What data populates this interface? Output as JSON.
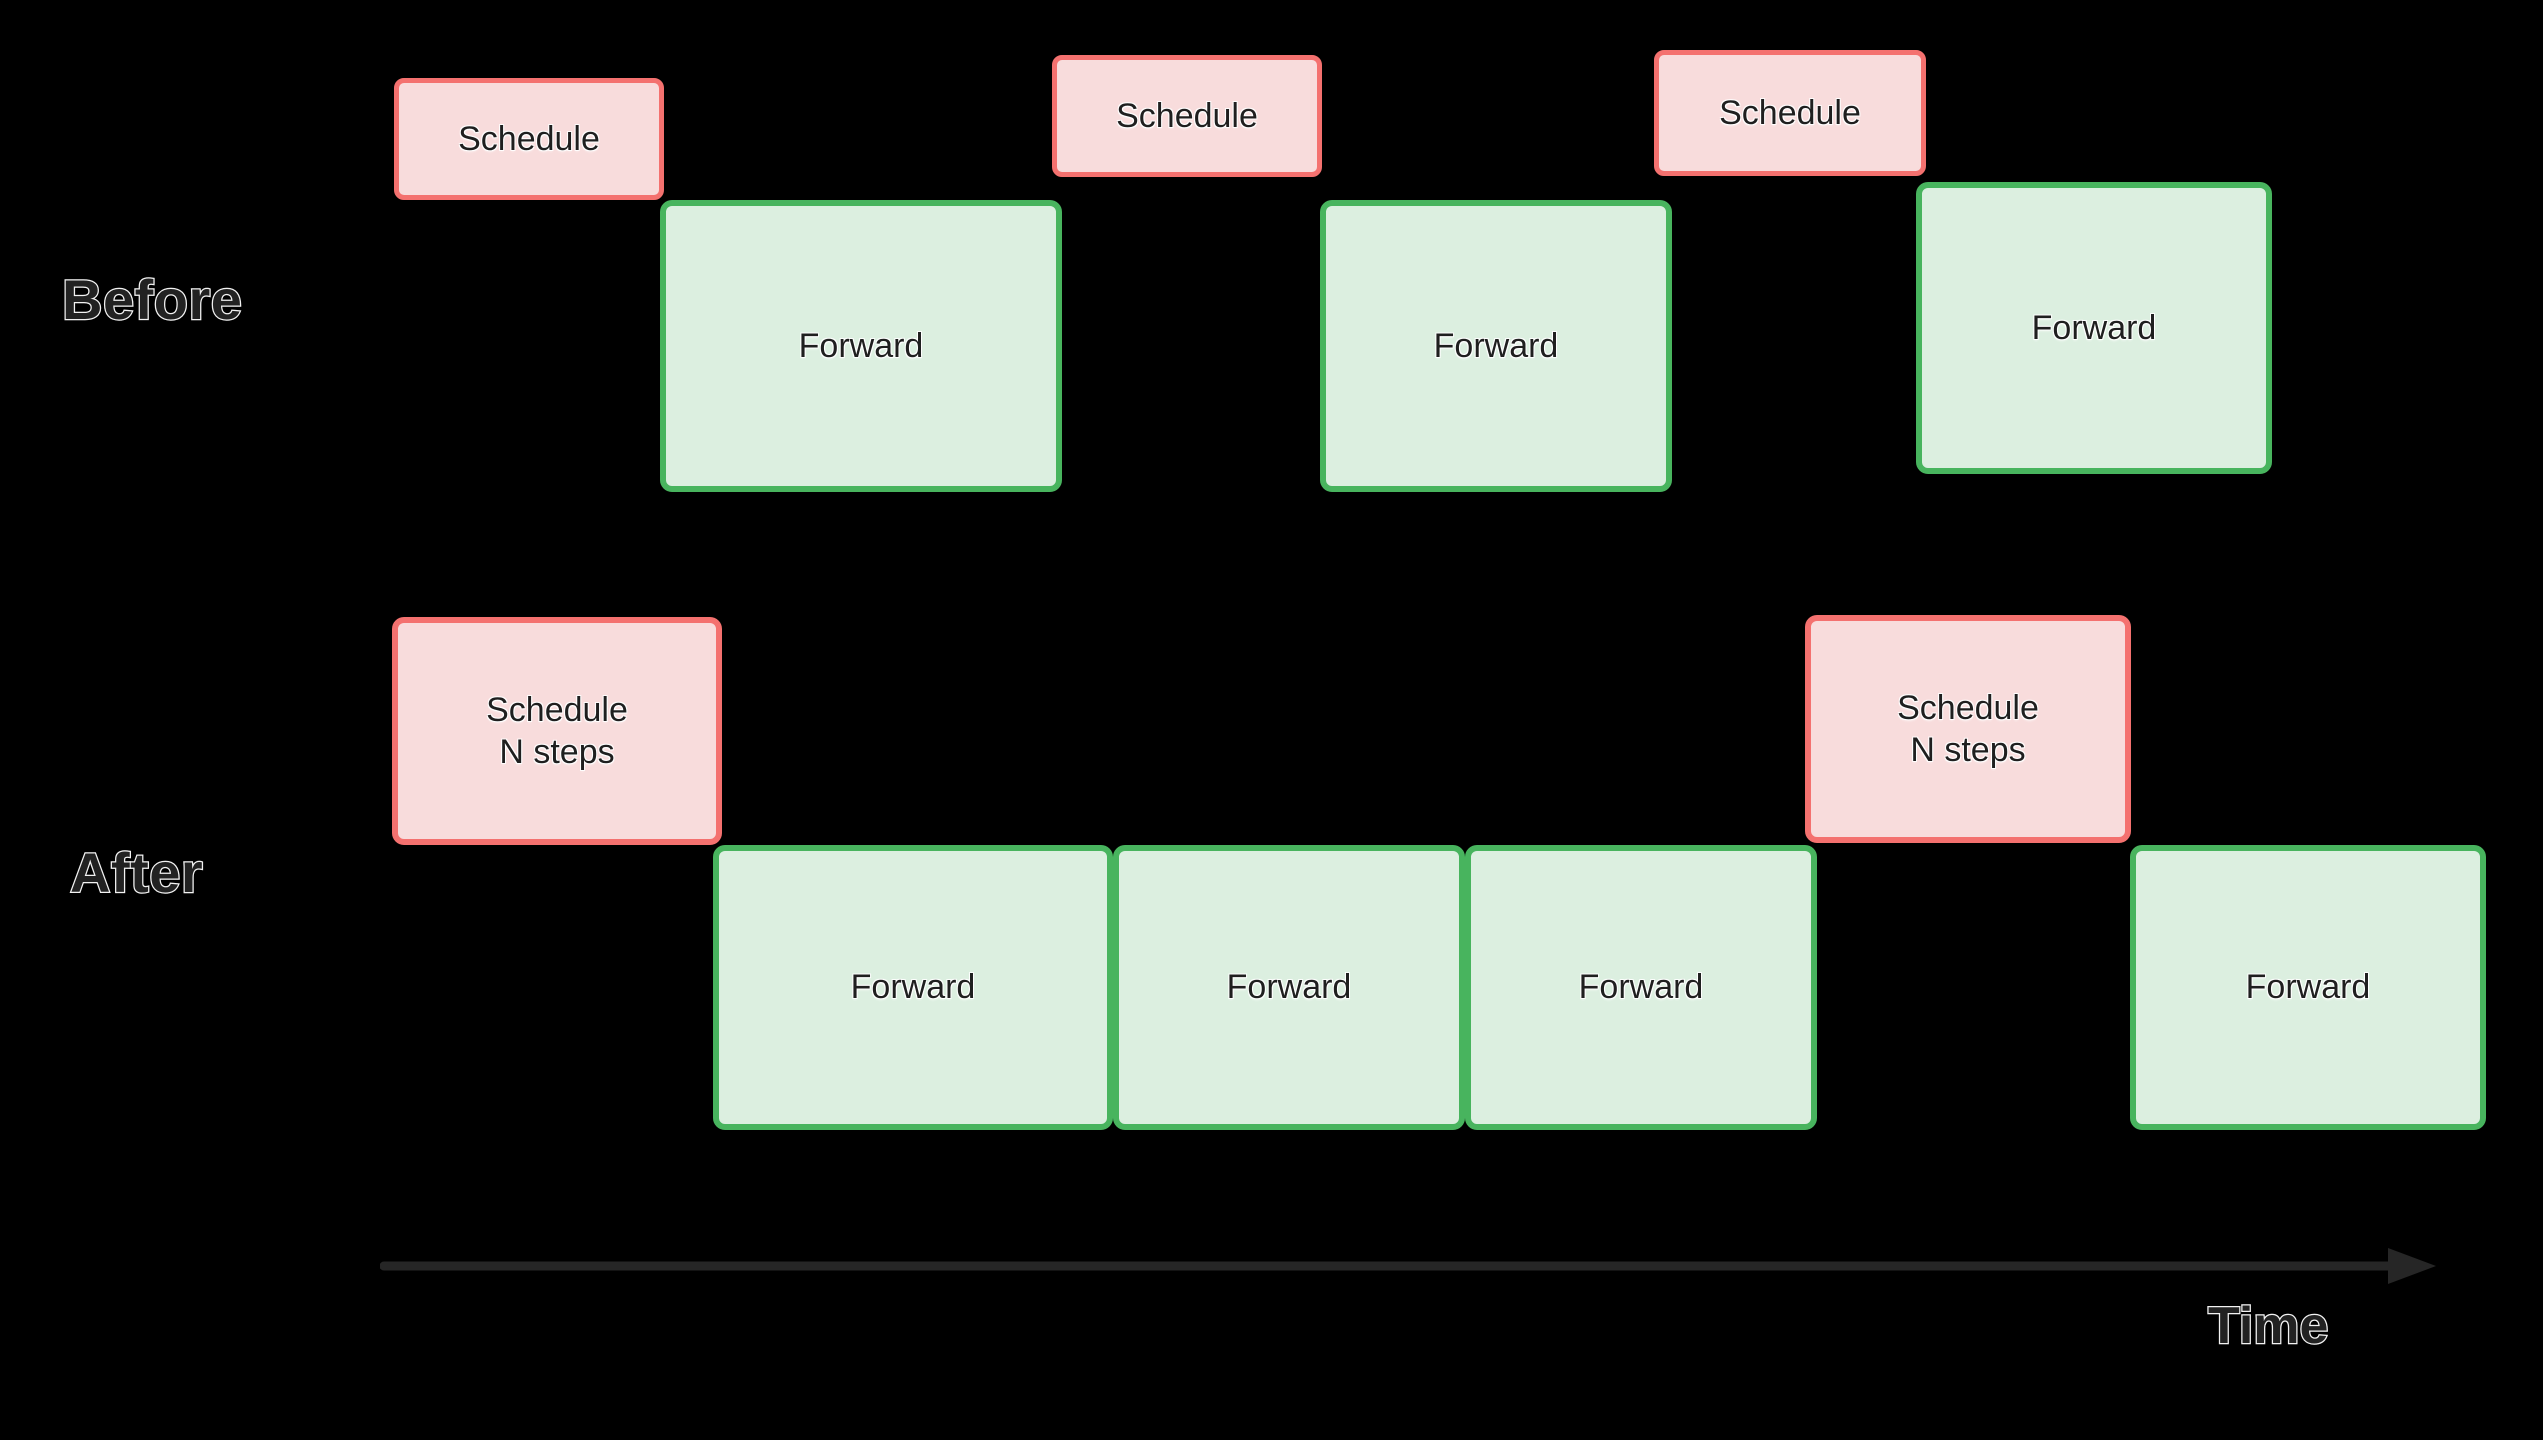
{
  "diagram": {
    "background_color": "#000000",
    "title_rows": [
      {
        "label": "Before"
      },
      {
        "label": "After"
      }
    ],
    "axis": {
      "label": "Time",
      "direction": "left-to-right",
      "color": "#262626"
    },
    "palette": {
      "schedule_fill": "#F8DCDC",
      "schedule_border": "#F4716F",
      "forward_fill": "#DCEFE0",
      "forward_border": "#48B45E",
      "text": "#1F1F1F",
      "label_outline": "#F2F2F2"
    },
    "before": {
      "label": "Before",
      "schedule_blocks": [
        {
          "label": "Schedule"
        },
        {
          "label": "Schedule"
        },
        {
          "label": "Schedule"
        }
      ],
      "forward_blocks": [
        {
          "label": "Forward"
        },
        {
          "label": "Forward"
        },
        {
          "label": "Forward"
        }
      ]
    },
    "after": {
      "label": "After",
      "schedule_blocks": [
        {
          "line1": "Schedule",
          "line2": "N steps"
        },
        {
          "line1": "Schedule",
          "line2": "N steps"
        }
      ],
      "forward_blocks": [
        {
          "label": "Forward"
        },
        {
          "label": "Forward"
        },
        {
          "label": "Forward"
        },
        {
          "label": "Forward"
        }
      ]
    }
  }
}
